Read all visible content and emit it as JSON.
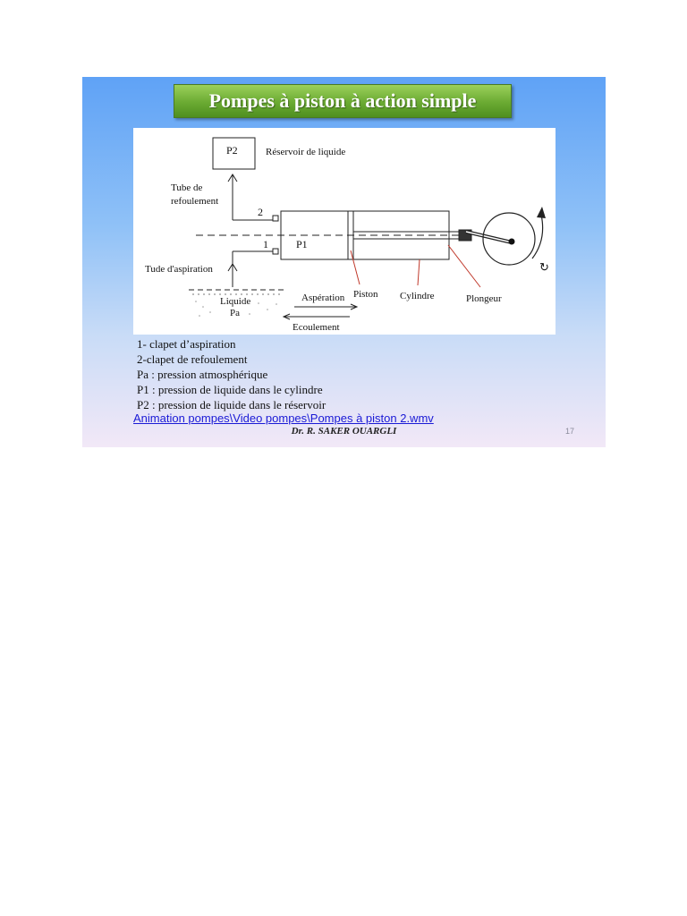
{
  "slide": {
    "title": "Pompes à piston à action simple",
    "diagram": {
      "p2_box": "P2",
      "reservoir_label": "Réservoir de liquide",
      "tube_refoulement_line1": "Tube de",
      "tube_refoulement_line2": "refoulement",
      "valve_2": "2",
      "valve_1": "1",
      "p1_label": "P1",
      "tube_aspiration": "Tude d'aspiration",
      "liquide_label": "Liquide",
      "pa_label": "Pa",
      "asperation_label": "Aspération",
      "ecoulement_label": "Ecoulement",
      "piston_label": "Piston",
      "cylindre_label": "Cylindre",
      "plongeur_label": "Plongeur"
    },
    "legend": [
      "1- clapet d’aspiration",
      "2-clapet de refoulement",
      "Pa : pression atmosphérique",
      "P1 : pression de liquide dans le cylindre",
      "P2 : pression de liquide dans le réservoir"
    ],
    "link_text": "Animation pompes\\Video pompes\\Pompes à piston 2.wmv",
    "author": "Dr. R. SAKER OUARGLI",
    "page_number": "17"
  }
}
